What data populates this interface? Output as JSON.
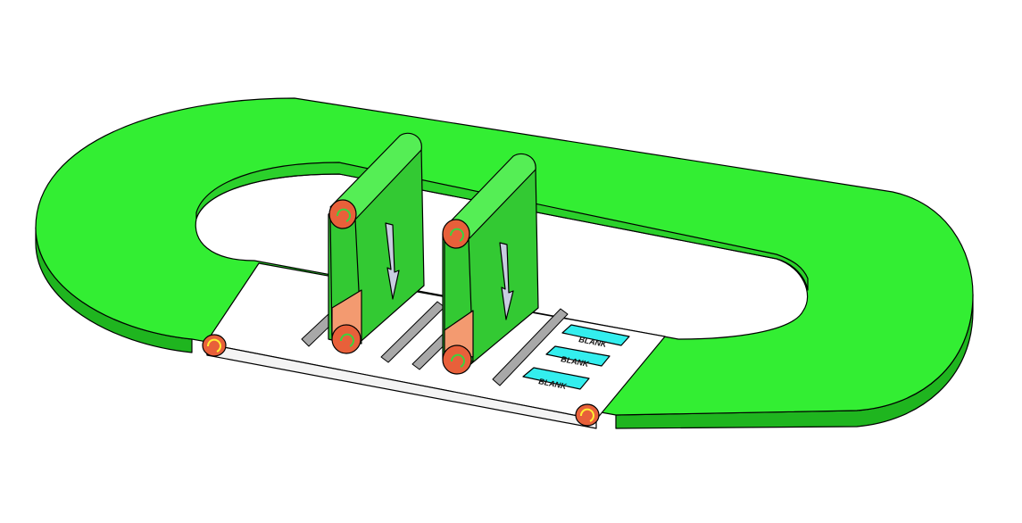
{
  "colors": {
    "track_top": "#33ee33",
    "track_side": "#1fb51f",
    "belt_unit": "#33c933",
    "belt_unit_top": "#55ee55",
    "roller": "#e8603a",
    "roller_light": "#f39a70",
    "arrow": "#c8cde0",
    "label": "#33eeee",
    "conveyor": "#ffffff",
    "rod": "#a8a8a8"
  },
  "labels": [
    "BLANK",
    "BLANK",
    "BLANK"
  ]
}
